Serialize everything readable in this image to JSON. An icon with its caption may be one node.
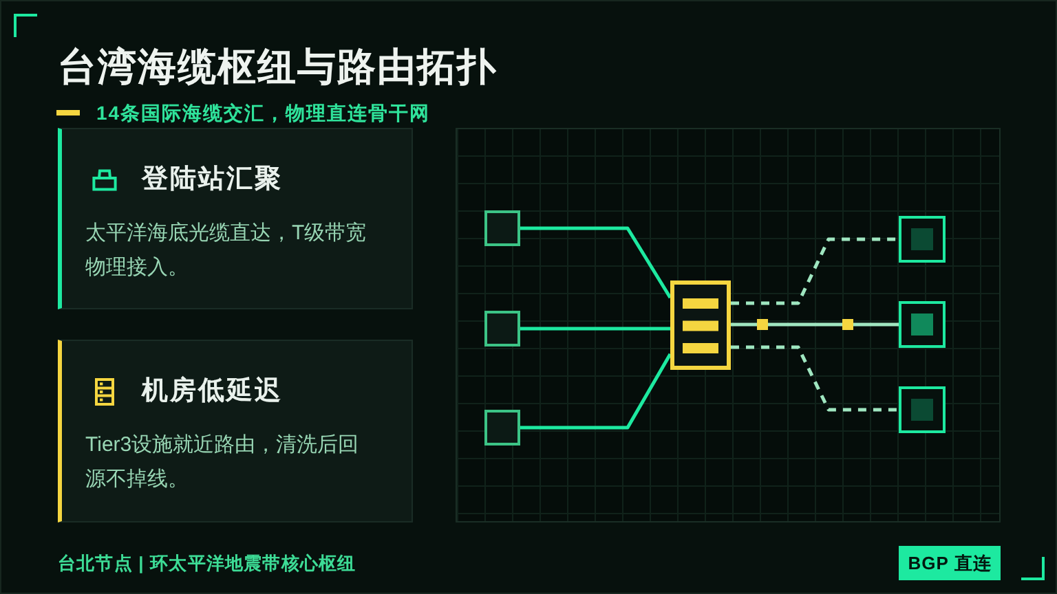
{
  "diagram": {
    "title": "台湾海缆枢纽与路由拓扑",
    "nodes": [
      {
        "text": [
          "登陆站汇聚",
          "太平洋海底光缆直达，T级带宽物理接入。"
        ]
      },
      {
        "text": [
          "机房低延迟",
          "Tier3设施就近路由，清洗后回源不掉线。"
        ]
      },
      {
        "text": [],
        "shape": "box"
      },
      {
        "text": [],
        "shape": "box"
      },
      {
        "text": [],
        "shape": "box"
      },
      {
        "text": [],
        "shape": "box"
      },
      {
        "text": [],
        "shape": "box"
      },
      {
        "text": [],
        "shape": "box"
      },
      {
        "text": [],
        "shape": "box"
      },
      {
        "text": [
          "BGP 直连"
        ]
      }
    ],
    "edges": [
      {
        "from": 2,
        "to": 5,
        "arrow": "none"
      },
      {
        "from": 3,
        "to": 5,
        "arrow": "none"
      },
      {
        "from": 4,
        "to": 5,
        "arrow": "none"
      },
      {
        "from": 5,
        "to": 6,
        "arrow": "none",
        "style": "dashed",
        "color": "#9fe6c0"
      },
      {
        "from": 5,
        "to": 7,
        "arrow": "none",
        "color": "#9fe6c0"
      },
      {
        "from": 5,
        "to": 8,
        "arrow": "none",
        "style": "dashed",
        "color": "#9fe6c0"
      }
    ],
    "labels": [
      "14条国际海缆交汇，物理直连骨干网",
      "台北节点 | 环太平洋地震带核心枢纽"
    ]
  }
}
